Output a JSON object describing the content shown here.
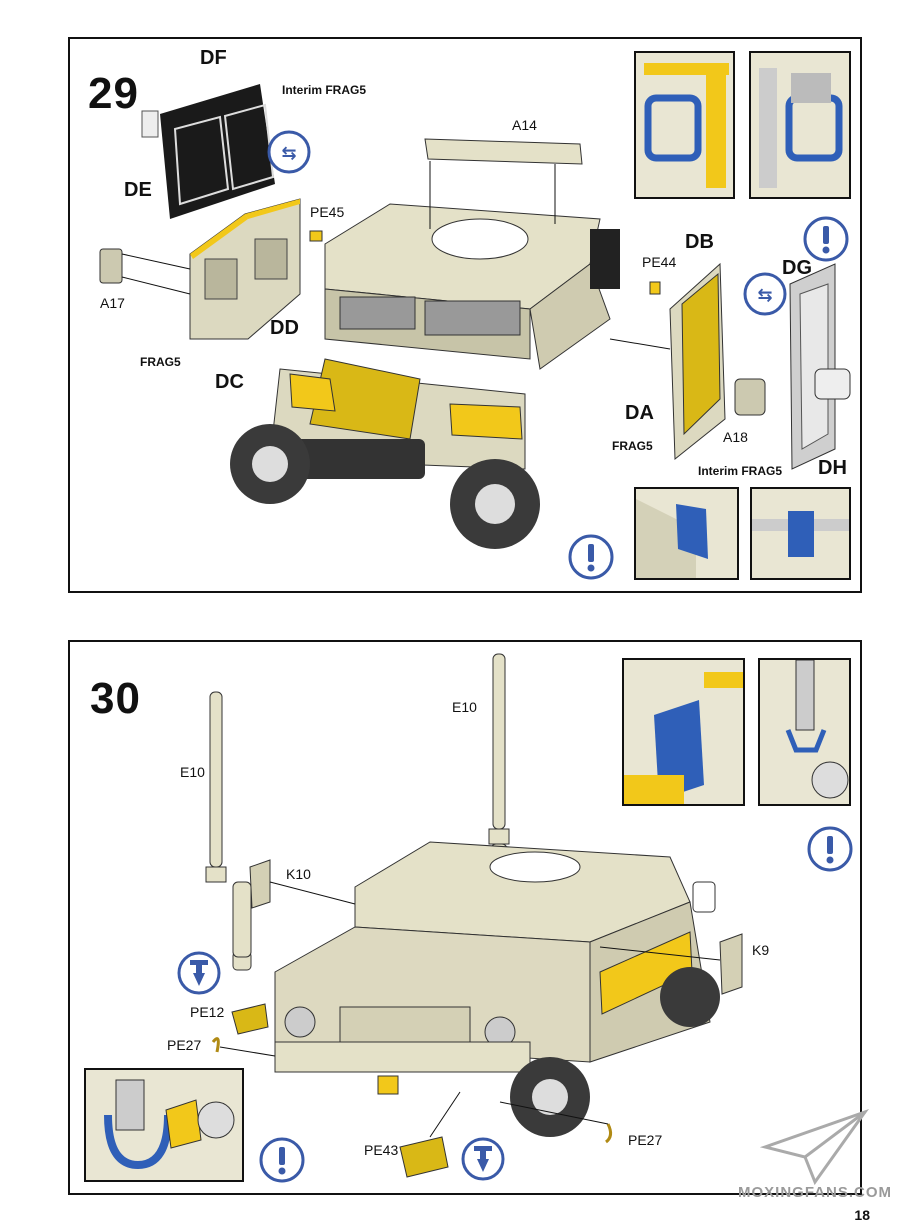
{
  "page_number": "18",
  "watermark": "MOXINGFANS.COM",
  "step29": {
    "number": "29",
    "parts": {
      "a14": "A14",
      "a17": "A17",
      "a18": "A18",
      "pe44": "PE44",
      "pe45": "PE45"
    },
    "doors": {
      "df": "DF",
      "de": "DE",
      "dd": "DD",
      "dc": "DC",
      "db": "DB",
      "da": "DA",
      "dg": "DG",
      "dh": "DH"
    },
    "variants": {
      "interim_top": "Interim FRAG5",
      "frag_left": "FRAG5",
      "frag_right": "FRAG5",
      "interim_right": "Interim FRAG5"
    }
  },
  "step30": {
    "number": "30",
    "parts": {
      "e10_left": "E10",
      "e10_center": "E10",
      "k10": "K10",
      "k9": "K9",
      "pe12": "PE12",
      "pe27_left": "PE27",
      "pe27_right": "PE27",
      "pe43": "PE43"
    }
  },
  "colors": {
    "body": "#e4e1c8",
    "body_dark": "#c7c4a8",
    "yellow": "#f2c81a",
    "blue": "#2f5fb8",
    "icon_blue": "#3a5aa8",
    "black": "#111111"
  }
}
